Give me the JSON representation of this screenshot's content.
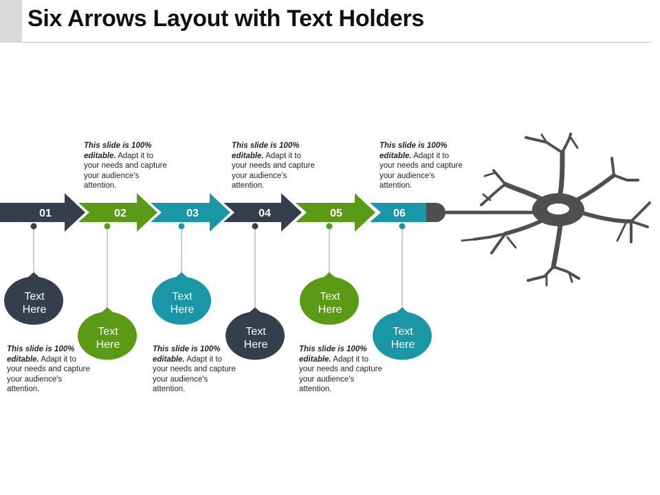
{
  "title": "Six Arrows Layout with Text Holders",
  "colors": {
    "dark": "#343f4e",
    "green": "#5a9a14",
    "teal": "#1a96a6",
    "neuron": "#4f4f4f",
    "connector": "#cccccc"
  },
  "steps": [
    {
      "number": "01",
      "bubble_text": [
        "Text",
        "Here"
      ],
      "color": "dark"
    },
    {
      "number": "02",
      "bubble_text": [
        "Text",
        "Here"
      ],
      "color": "green"
    },
    {
      "number": "03",
      "bubble_text": [
        "Text",
        "Here"
      ],
      "color": "teal"
    },
    {
      "number": "04",
      "bubble_text": [
        "Text",
        "Here"
      ],
      "color": "dark"
    },
    {
      "number": "05",
      "bubble_text": [
        "Text",
        "Here"
      ],
      "color": "green"
    },
    {
      "number": "06",
      "bubble_text": [
        "Text",
        "Here"
      ],
      "color": "teal"
    }
  ],
  "notes": [
    {
      "bold": "This slide is 100% editable.",
      "text": " Adapt it to your needs and capture your audience's attention."
    },
    {
      "bold": "This slide is 100% editable.",
      "text": " Adapt it to your needs and capture your audience's attention."
    },
    {
      "bold": "This slide is 100% editable.",
      "text": " Adapt it to your needs and capture your audience's attention."
    },
    {
      "bold": "This slide is 100% editable.",
      "text": " Adapt it to your needs and capture your audience's attention."
    },
    {
      "bold": "This slide is 100% editable.",
      "text": " Adapt it to your needs and capture your audience's attention."
    },
    {
      "bold": "This slide is 100% editable.",
      "text": " Adapt it to your needs and capture your audience's attention."
    }
  ],
  "icons": {
    "neuron": "neuron-icon"
  }
}
